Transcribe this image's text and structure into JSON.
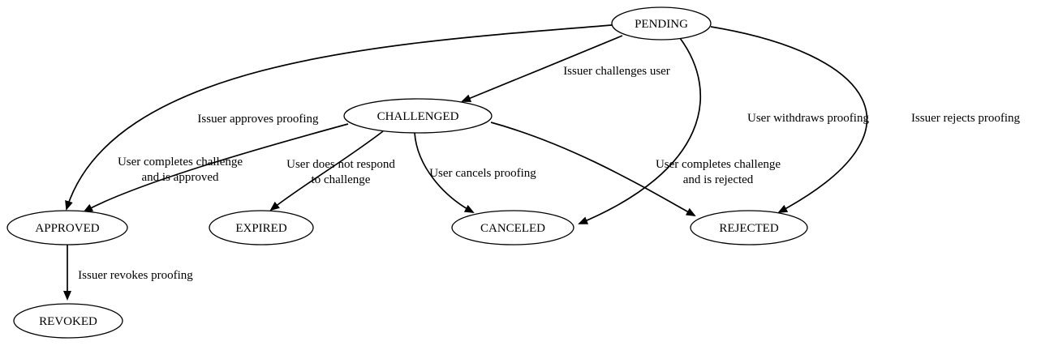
{
  "nodes": {
    "pending": {
      "label": "PENDING"
    },
    "challenged": {
      "label": "CHALLENGED"
    },
    "approved": {
      "label": "APPROVED"
    },
    "expired": {
      "label": "EXPIRED"
    },
    "canceled": {
      "label": "CANCELED"
    },
    "rejected": {
      "label": "REJECTED"
    },
    "revoked": {
      "label": "REVOKED"
    }
  },
  "edges": {
    "pending_challenged": {
      "label": "Issuer challenges user"
    },
    "pending_approved": {
      "label": "Issuer approves proofing"
    },
    "pending_canceled": {
      "label": "User withdraws proofing"
    },
    "pending_rejected": {
      "label": "Issuer rejects proofing"
    },
    "challenged_approved": {
      "label_line1": "User completes challenge",
      "label_line2": "and is approved"
    },
    "challenged_expired": {
      "label_line1": "User does not respond",
      "label_line2": "to challenge"
    },
    "challenged_canceled": {
      "label": "User cancels proofing"
    },
    "challenged_rejected": {
      "label_line1": "User completes challenge",
      "label_line2": "and is rejected"
    },
    "approved_revoked": {
      "label": "Issuer revokes proofing"
    }
  },
  "colors": {
    "node_fill": "#ffffff",
    "stroke": "#000000",
    "text": "#000000"
  }
}
